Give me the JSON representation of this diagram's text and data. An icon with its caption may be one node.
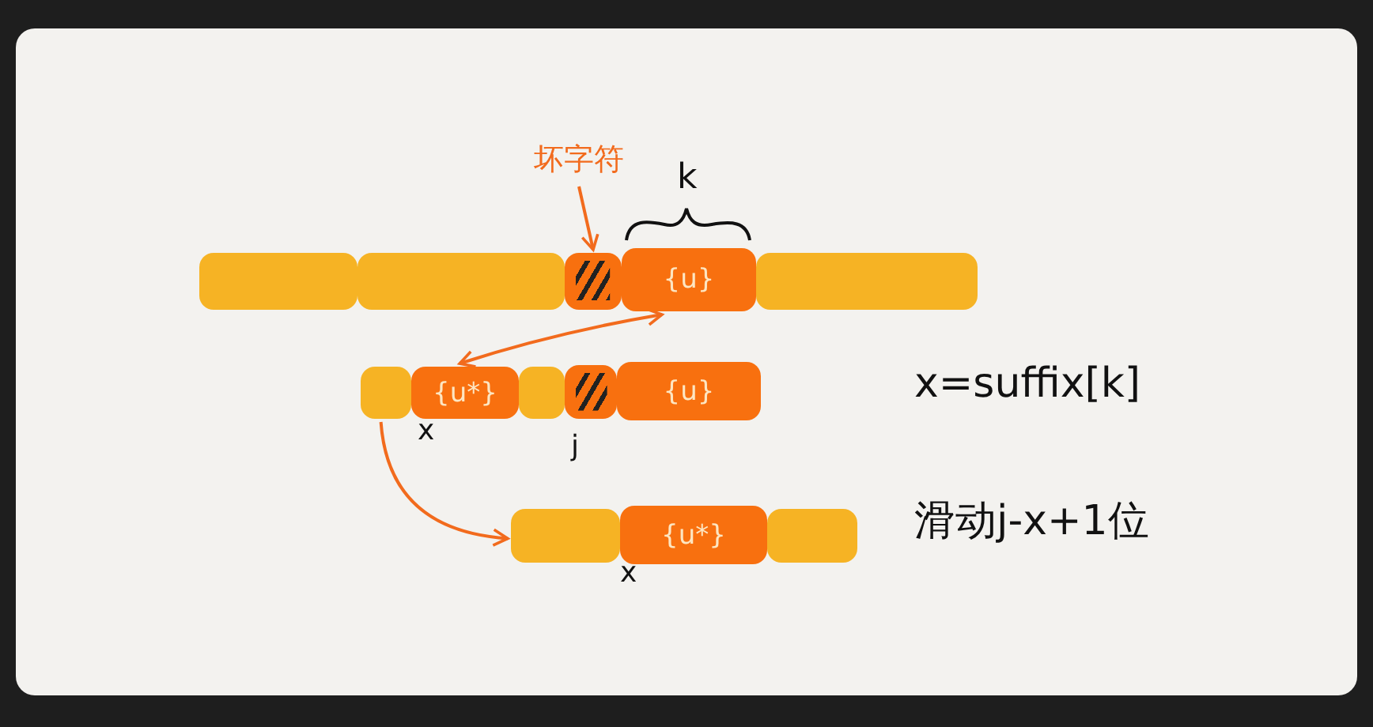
{
  "diagram": {
    "nodes": [
      {
        "text": [],
        "shape": "bar"
      },
      {
        "text": [],
        "shape": "bar"
      },
      {
        "text": [],
        "shape": "bar"
      },
      {
        "text": [
          "{u}"
        ]
      },
      {
        "text": [],
        "shape": "bar"
      },
      {
        "text": [
          "坏字符"
        ]
      },
      {
        "text": [],
        "shape": "bar"
      },
      {
        "text": [
          "{u*}"
        ],
        "beside": [
          "x"
        ]
      },
      {
        "text": [],
        "shape": "bar"
      },
      {
        "text": [],
        "shape": "bar",
        "beside": [
          "j"
        ]
      },
      {
        "text": [
          "{u}"
        ]
      },
      {
        "text": [],
        "shape": "bar"
      },
      {
        "text": [
          "{u*}"
        ],
        "beside": [
          "x"
        ]
      },
      {
        "text": [],
        "shape": "bar"
      }
    ],
    "edges": [
      {
        "from": 5,
        "to": 2,
        "arrow": "to"
      },
      {
        "from": 7,
        "to": 3,
        "arrow": "both"
      },
      {
        "from": 6,
        "to": 11,
        "arrow": "to"
      }
    ],
    "labels": [
      "k",
      "x=suffix[k]",
      "滑动j-x+1位"
    ]
  }
}
